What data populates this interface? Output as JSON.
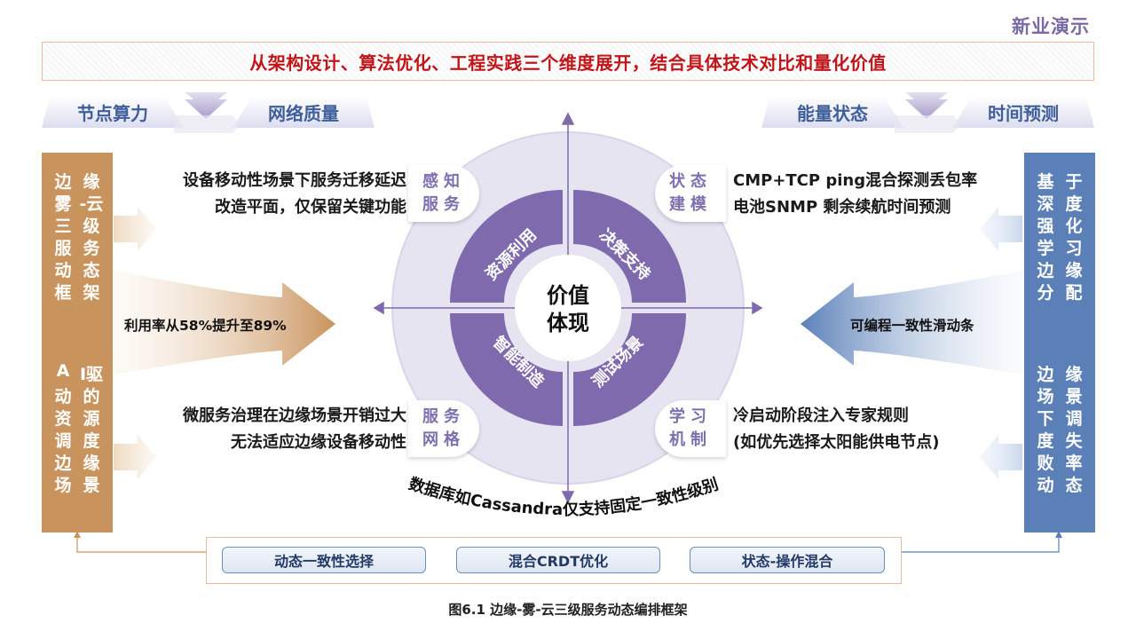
{
  "brand": "新业演示",
  "banner": "从架构设计、算法优化、工程实践三个维度展开，结合具体技术对比和量化价值",
  "tabs": {
    "t1": "节点算力",
    "t2": "网络质量",
    "t3": "能量状态",
    "t4": "时间预测"
  },
  "left_column": {
    "top_col1": [
      "边",
      "雾",
      "三",
      "服",
      "动",
      "框"
    ],
    "top_col2": [
      "缘",
      "-云",
      "级",
      "务",
      "态",
      "架"
    ],
    "bottom_col1": [
      "A",
      "动",
      "资",
      "调",
      "边",
      "场"
    ],
    "bottom_col2": [
      "I驱",
      "的",
      "源",
      "度",
      "缘",
      "景"
    ]
  },
  "right_column": {
    "top_col1": [
      "基",
      "深",
      "强",
      "学",
      "边",
      "分"
    ],
    "top_col2": [
      "于",
      "度",
      "化",
      "习",
      "缘",
      "配"
    ],
    "bottom_col1": [
      "边",
      "场",
      "下",
      "度",
      "败",
      "动"
    ],
    "bottom_col2": [
      "缘",
      "景",
      "调",
      "失",
      "率",
      "态"
    ]
  },
  "callouts": {
    "tl": [
      "设备移动性场景下服务迁移延迟",
      "改造平面，仅保留关键功能"
    ],
    "tr": [
      "CMP+TCP ping混合探测丢包率",
      "电池SNMP 剩余续航时间预测"
    ],
    "bl": [
      "微服务治理在边缘场景开销过大",
      "无法适应边缘设备移动性"
    ],
    "br": [
      "冷启动阶段注入专家规则",
      "(如优先选择太阳能供电节点)"
    ]
  },
  "tags": {
    "tl": [
      "感知",
      "服务"
    ],
    "tr": [
      "状态",
      "建模"
    ],
    "bl": [
      "服务",
      "网格"
    ],
    "br": [
      "学习",
      "机制"
    ]
  },
  "arrows": {
    "left": "利用率从58%提升至89%",
    "right": "可编程一致性滑动条"
  },
  "center": {
    "line1": "价值",
    "line2": "体现",
    "q_tl": "资源利用",
    "q_tr": "决策支持",
    "q_bl": "智能制造",
    "q_br": "测试场景"
  },
  "arc_text": "数据库如Cassandra仅支持固定一致性级别",
  "buttons": [
    "动态一致性选择",
    "混合CRDT优化",
    "状态-操作混合"
  ],
  "caption": "图6.1 边缘-雾-云三级服务动态编排框架",
  "colors": {
    "accent": "#7b6aa6",
    "quadrant": "#7e6aac",
    "left_bar": "#c9935e",
    "right_bar": "#5b80b8",
    "title_red": "#c0161a"
  }
}
